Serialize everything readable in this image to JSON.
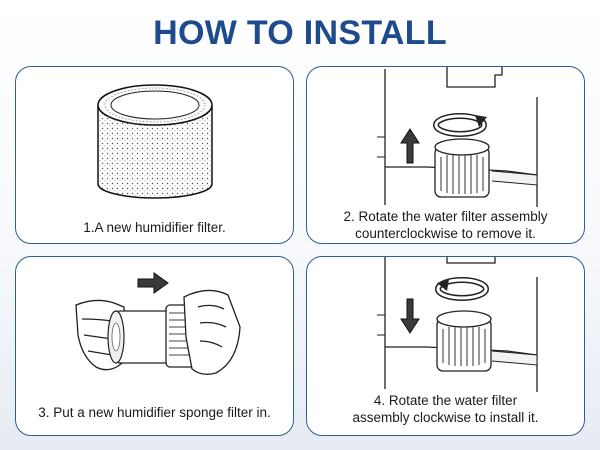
{
  "title": "HOW TO INSTALL",
  "steps": [
    {
      "lines": [
        "1.A new humidifier filter."
      ]
    },
    {
      "lines": [
        "2. Rotate the water filter assembly",
        "counterclockwise to remove it."
      ]
    },
    {
      "lines": [
        "3. Put a new humidifier sponge filter in."
      ]
    },
    {
      "lines": [
        "4. Rotate the water filter",
        "assembly clockwise to install it."
      ]
    }
  ],
  "colors": {
    "title": "#1d4b8c",
    "border": "#2e5d92",
    "ink": "#1a1a1a"
  },
  "icons": [
    "cylinder-filter-icon",
    "rotate-arrow-icon",
    "up-arrow-icon",
    "down-arrow-icon",
    "right-arrow-icon",
    "hand-icon"
  ]
}
